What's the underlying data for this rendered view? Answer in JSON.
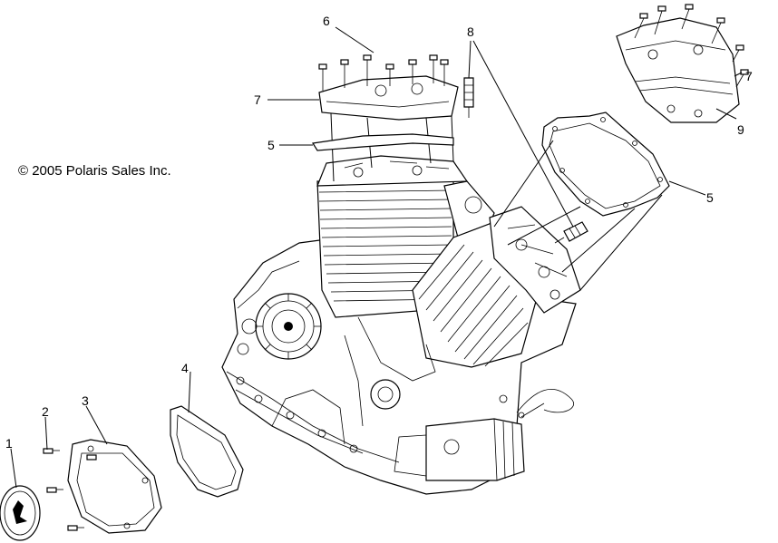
{
  "copyright": "© 2005 Polaris Sales Inc.",
  "callouts": [
    {
      "id": "c1",
      "text": "1"
    },
    {
      "id": "c2",
      "text": "2"
    },
    {
      "id": "c3",
      "text": "3"
    },
    {
      "id": "c4",
      "text": "4"
    },
    {
      "id": "c5a",
      "text": "5"
    },
    {
      "id": "c5b",
      "text": "5"
    },
    {
      "id": "c6",
      "text": "6"
    },
    {
      "id": "c7a",
      "text": "7"
    },
    {
      "id": "c7b",
      "text": "7"
    },
    {
      "id": "c8",
      "text": "8"
    },
    {
      "id": "c9",
      "text": "9"
    }
  ]
}
